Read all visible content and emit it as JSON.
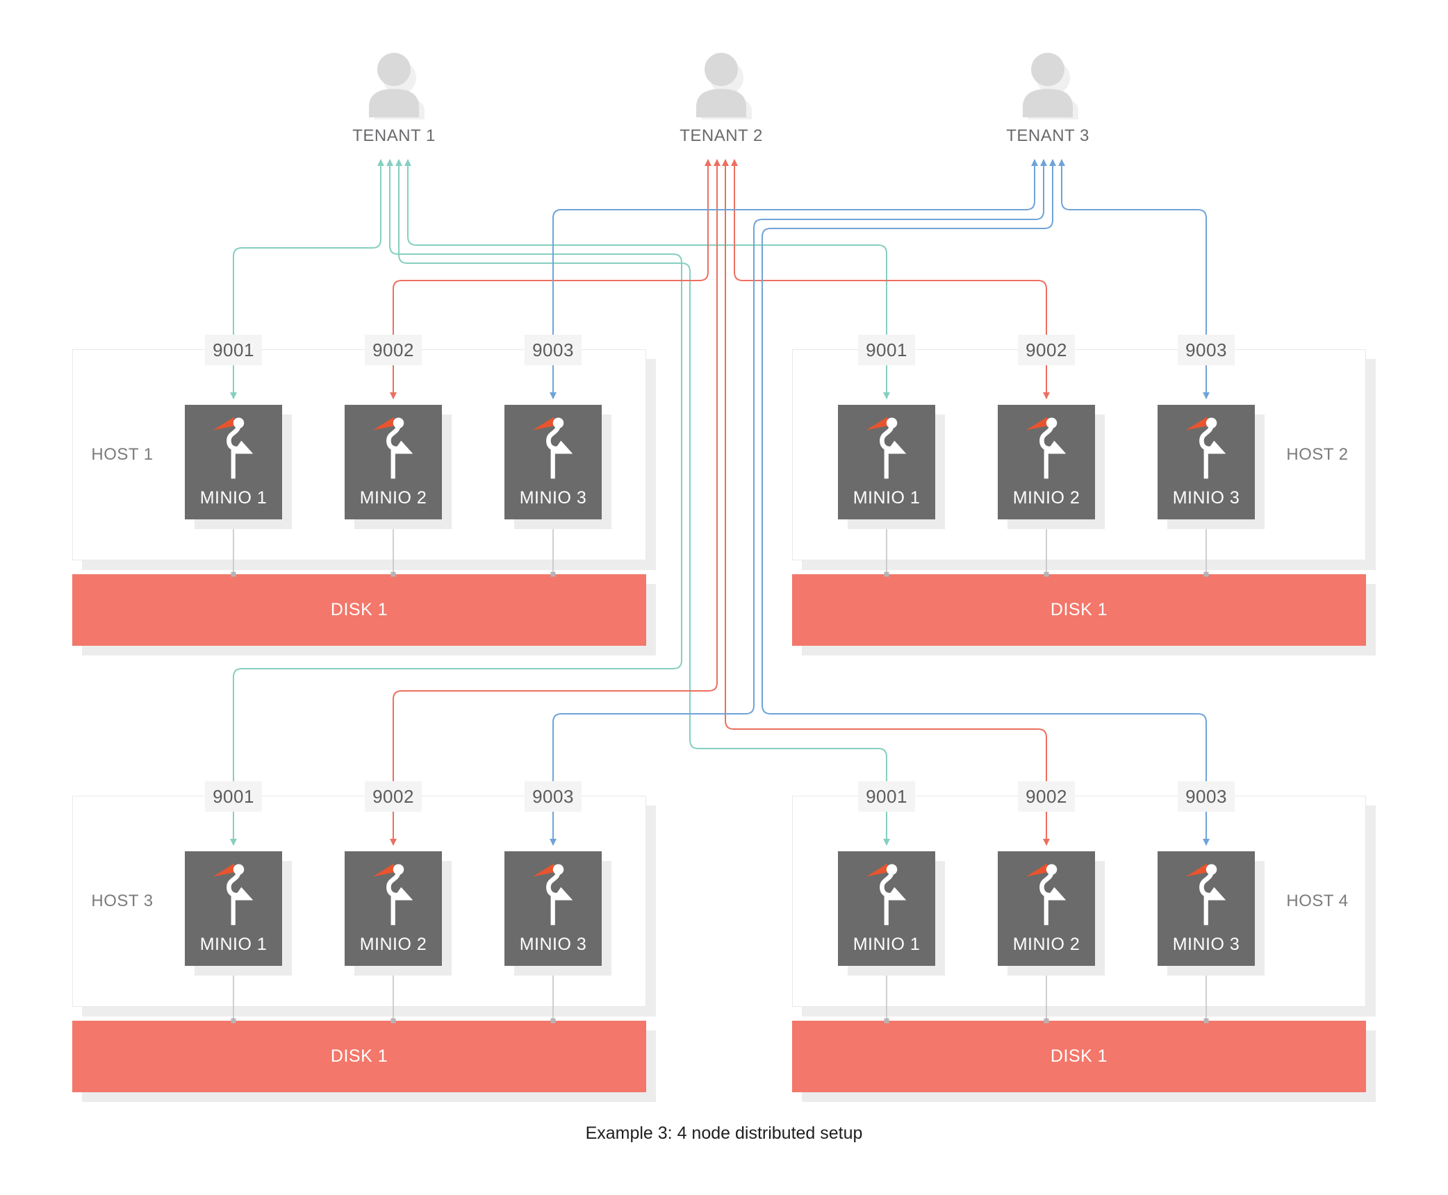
{
  "diagram": {
    "caption": "Example 3: 4 node distributed setup",
    "tenants": [
      {
        "label": "TENANT 1",
        "color": "#85CFC0"
      },
      {
        "label": "TENANT 2",
        "color": "#EC6F5F"
      },
      {
        "label": "TENANT 3",
        "color": "#6FA3D8"
      }
    ],
    "hosts": [
      {
        "name": "HOST 1",
        "ports": [
          "9001",
          "9002",
          "9003"
        ],
        "nodes": [
          "MINIO 1",
          "MINIO 2",
          "MINIO 3"
        ],
        "disk_label": "DISK 1"
      },
      {
        "name": "HOST 2",
        "ports": [
          "9001",
          "9002",
          "9003"
        ],
        "nodes": [
          "MINIO 1",
          "MINIO 2",
          "MINIO 3"
        ],
        "disk_label": "DISK 1"
      },
      {
        "name": "HOST 3",
        "ports": [
          "9001",
          "9002",
          "9003"
        ],
        "nodes": [
          "MINIO 1",
          "MINIO 2",
          "MINIO 3"
        ],
        "disk_label": "DISK 1"
      },
      {
        "name": "HOST 4",
        "ports": [
          "9001",
          "9002",
          "9003"
        ],
        "nodes": [
          "MINIO 1",
          "MINIO 2",
          "MINIO 3"
        ],
        "disk_label": "DISK 1"
      }
    ],
    "colors": {
      "disk": "#F3776A",
      "minio_box": "#6B6B6B",
      "minio_beak": "#E8542E",
      "grey_link": "#C4C4C4",
      "grey_node": "#B5B5B5",
      "person_icon": "#D9D9D9",
      "person_shadow": "#F0F0F0"
    },
    "icons": {
      "tenant": "person-icon",
      "minio": "minio-bird-logo-icon"
    }
  }
}
